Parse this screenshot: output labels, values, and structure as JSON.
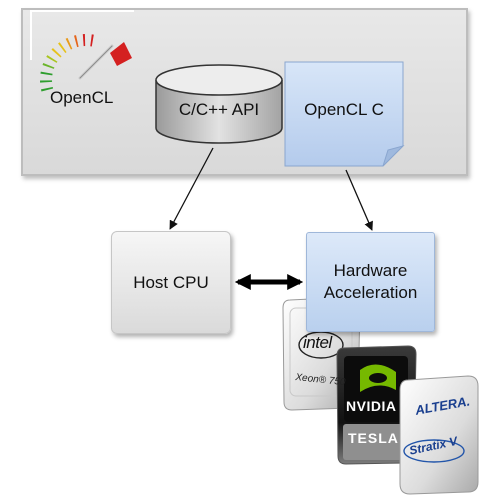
{
  "header": {
    "brand_label": "OpenCL",
    "api_label": "C/C++ API",
    "language_label": "OpenCL C"
  },
  "boxes": {
    "host_label": "Host CPU",
    "accel_line1": "Hardware",
    "accel_line2": "Acceleration"
  },
  "chips": {
    "intel_brand": "intel",
    "intel_model": "Xeon® 750",
    "nvidia_brand": "NVIDIA",
    "nvidia_model": "TESLA",
    "altera_brand": "ALTERA.",
    "altera_model": "Stratix V"
  },
  "colors": {
    "panel_bg": "#dcdcdc",
    "host_bg": "#e6e6e6",
    "accel_bg": "#c9dbf3",
    "note_bg": "#c9dbf3",
    "gauge_low": "#2e9e2e",
    "gauge_mid": "#e6c21a",
    "gauge_high": "#d42020",
    "nvidia_green": "#76b900"
  }
}
